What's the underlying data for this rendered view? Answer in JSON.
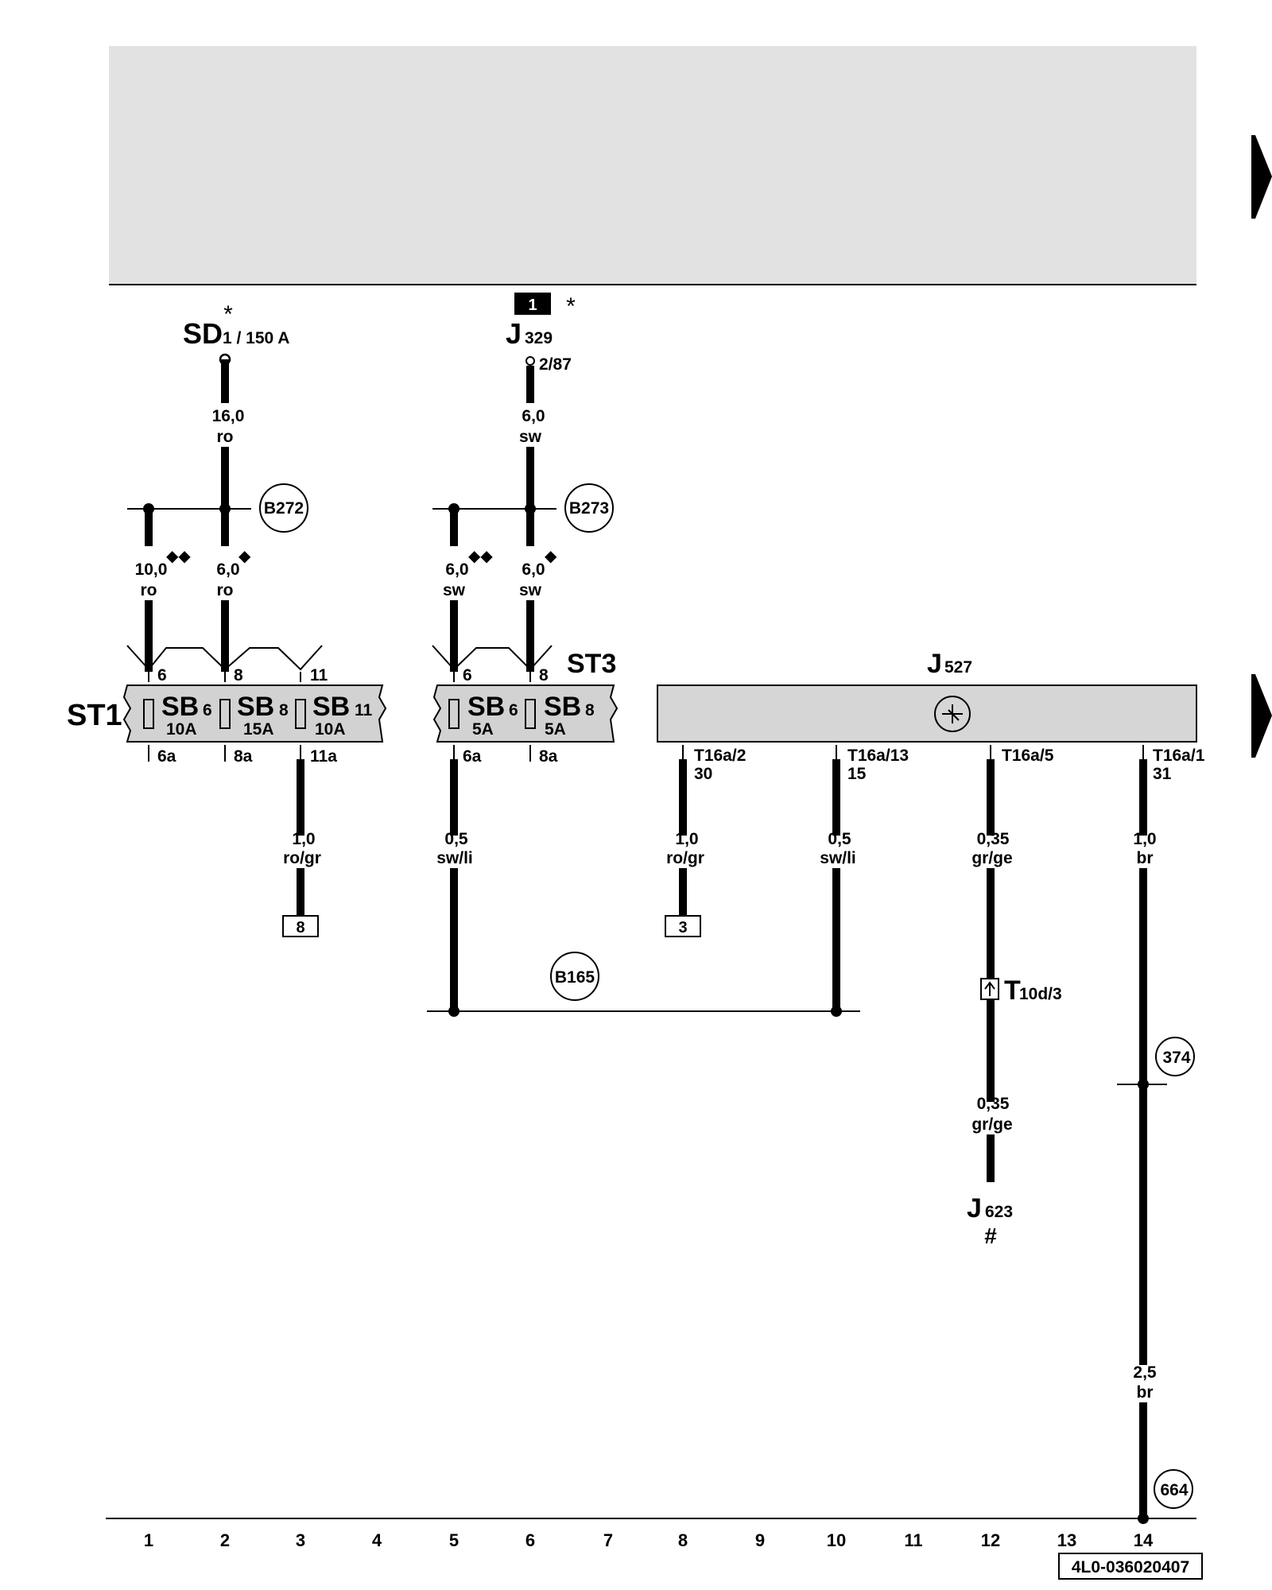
{
  "header": {
    "fill": "#e2e2e2"
  },
  "page_markers": {
    "top": "right-arrow-marker",
    "middle": "right-arrow-marker"
  },
  "top_refs": {
    "sd": {
      "asterisk": "*",
      "label": "SD",
      "sub": "1 / 150 A"
    },
    "relay": {
      "badge": "1",
      "asterisk": "*",
      "label": "J",
      "sub": "329",
      "pin": "2/87"
    }
  },
  "wires": {
    "sd_main": {
      "size": "16,0",
      "color": "ro"
    },
    "relay_main": {
      "size": "6,0",
      "color": "sw"
    },
    "st1_pin6": {
      "size": "10,0",
      "color": "ro",
      "mark": "◆◆"
    },
    "st1_pin8": {
      "size": "6,0",
      "color": "ro",
      "mark": "◆"
    },
    "st3_pin6": {
      "size": "6,0",
      "color": "sw",
      "mark": "◆◆"
    },
    "st3_pin8": {
      "size": "6,0",
      "color": "sw",
      "mark": "◆"
    },
    "st1_out11": {
      "size": "1,0",
      "color": "ro/gr"
    },
    "st3_out6": {
      "size": "0,5",
      "color": "sw/li"
    },
    "j527_t2": {
      "size": "1,0",
      "color": "ro/gr"
    },
    "j527_t13": {
      "size": "0,5",
      "color": "sw/li"
    },
    "j527_t5": {
      "size": "0,35",
      "color": "gr/ge"
    },
    "j527_t1": {
      "size": "1,0",
      "color": "br"
    },
    "j623_feed": {
      "size": "0,35",
      "color": "gr/ge"
    },
    "ground_lower": {
      "size": "2,5",
      "color": "br"
    }
  },
  "junctions": {
    "b272": "B272",
    "b273": "B273",
    "b165": "B165",
    "g374": "374",
    "g664": "664"
  },
  "st1": {
    "label": "ST1",
    "pins_in": [
      "6",
      "8",
      "11"
    ],
    "pins_out": [
      "6a",
      "8a",
      "11a"
    ],
    "fuses": [
      {
        "name": "SB",
        "num": "6",
        "rating": "10A"
      },
      {
        "name": "SB",
        "num": "8",
        "rating": "15A"
      },
      {
        "name": "SB",
        "num": "11",
        "rating": "10A"
      }
    ]
  },
  "st3": {
    "label": "ST3",
    "pins_in": [
      "6",
      "8"
    ],
    "pins_out": [
      "6a",
      "8a"
    ],
    "fuses": [
      {
        "name": "SB",
        "num": "6",
        "rating": "5A"
      },
      {
        "name": "SB",
        "num": "8",
        "rating": "5A"
      }
    ]
  },
  "j527": {
    "label": "J",
    "sub": "527",
    "terminals": [
      {
        "pin": "T16a/2",
        "func": "30"
      },
      {
        "pin": "T16a/13",
        "func": "15"
      },
      {
        "pin": "T16a/5",
        "func": ""
      },
      {
        "pin": "T16a/1",
        "func": "31"
      }
    ]
  },
  "refs": {
    "st1_out": "8",
    "j527_out": "3"
  },
  "connector": {
    "label": "T",
    "sub": "10d/3"
  },
  "j623": {
    "label": "J",
    "sub": "623",
    "note": "#"
  },
  "ruler": [
    "1",
    "2",
    "3",
    "4",
    "5",
    "6",
    "7",
    "8",
    "9",
    "10",
    "11",
    "12",
    "13",
    "14"
  ],
  "doc_code": "4L0-036020407"
}
